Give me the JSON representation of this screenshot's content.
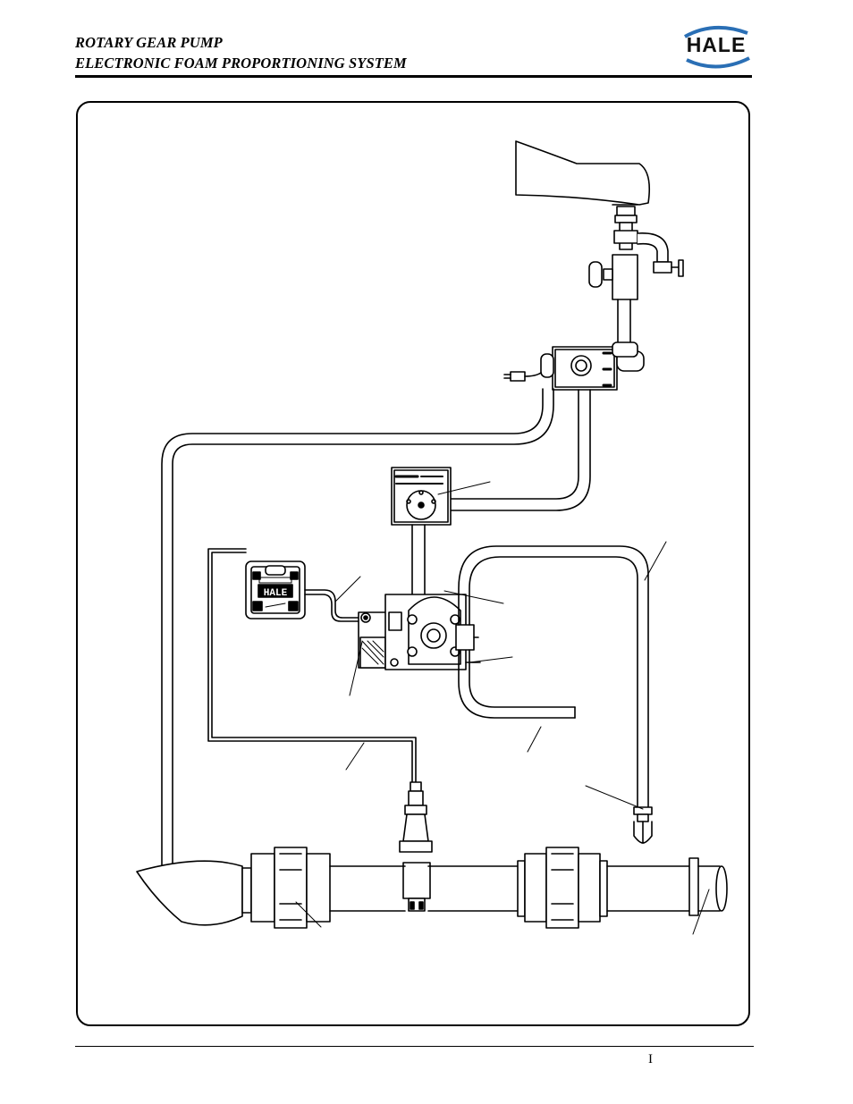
{
  "header": {
    "line1": "ROTARY GEAR PUMP",
    "line2": "ELECTRONIC FOAM PROPORTIONING SYSTEM",
    "logo_text": "HALE"
  },
  "diagram": {
    "display_text": "HALE"
  },
  "footer": {
    "page_number": "I"
  }
}
